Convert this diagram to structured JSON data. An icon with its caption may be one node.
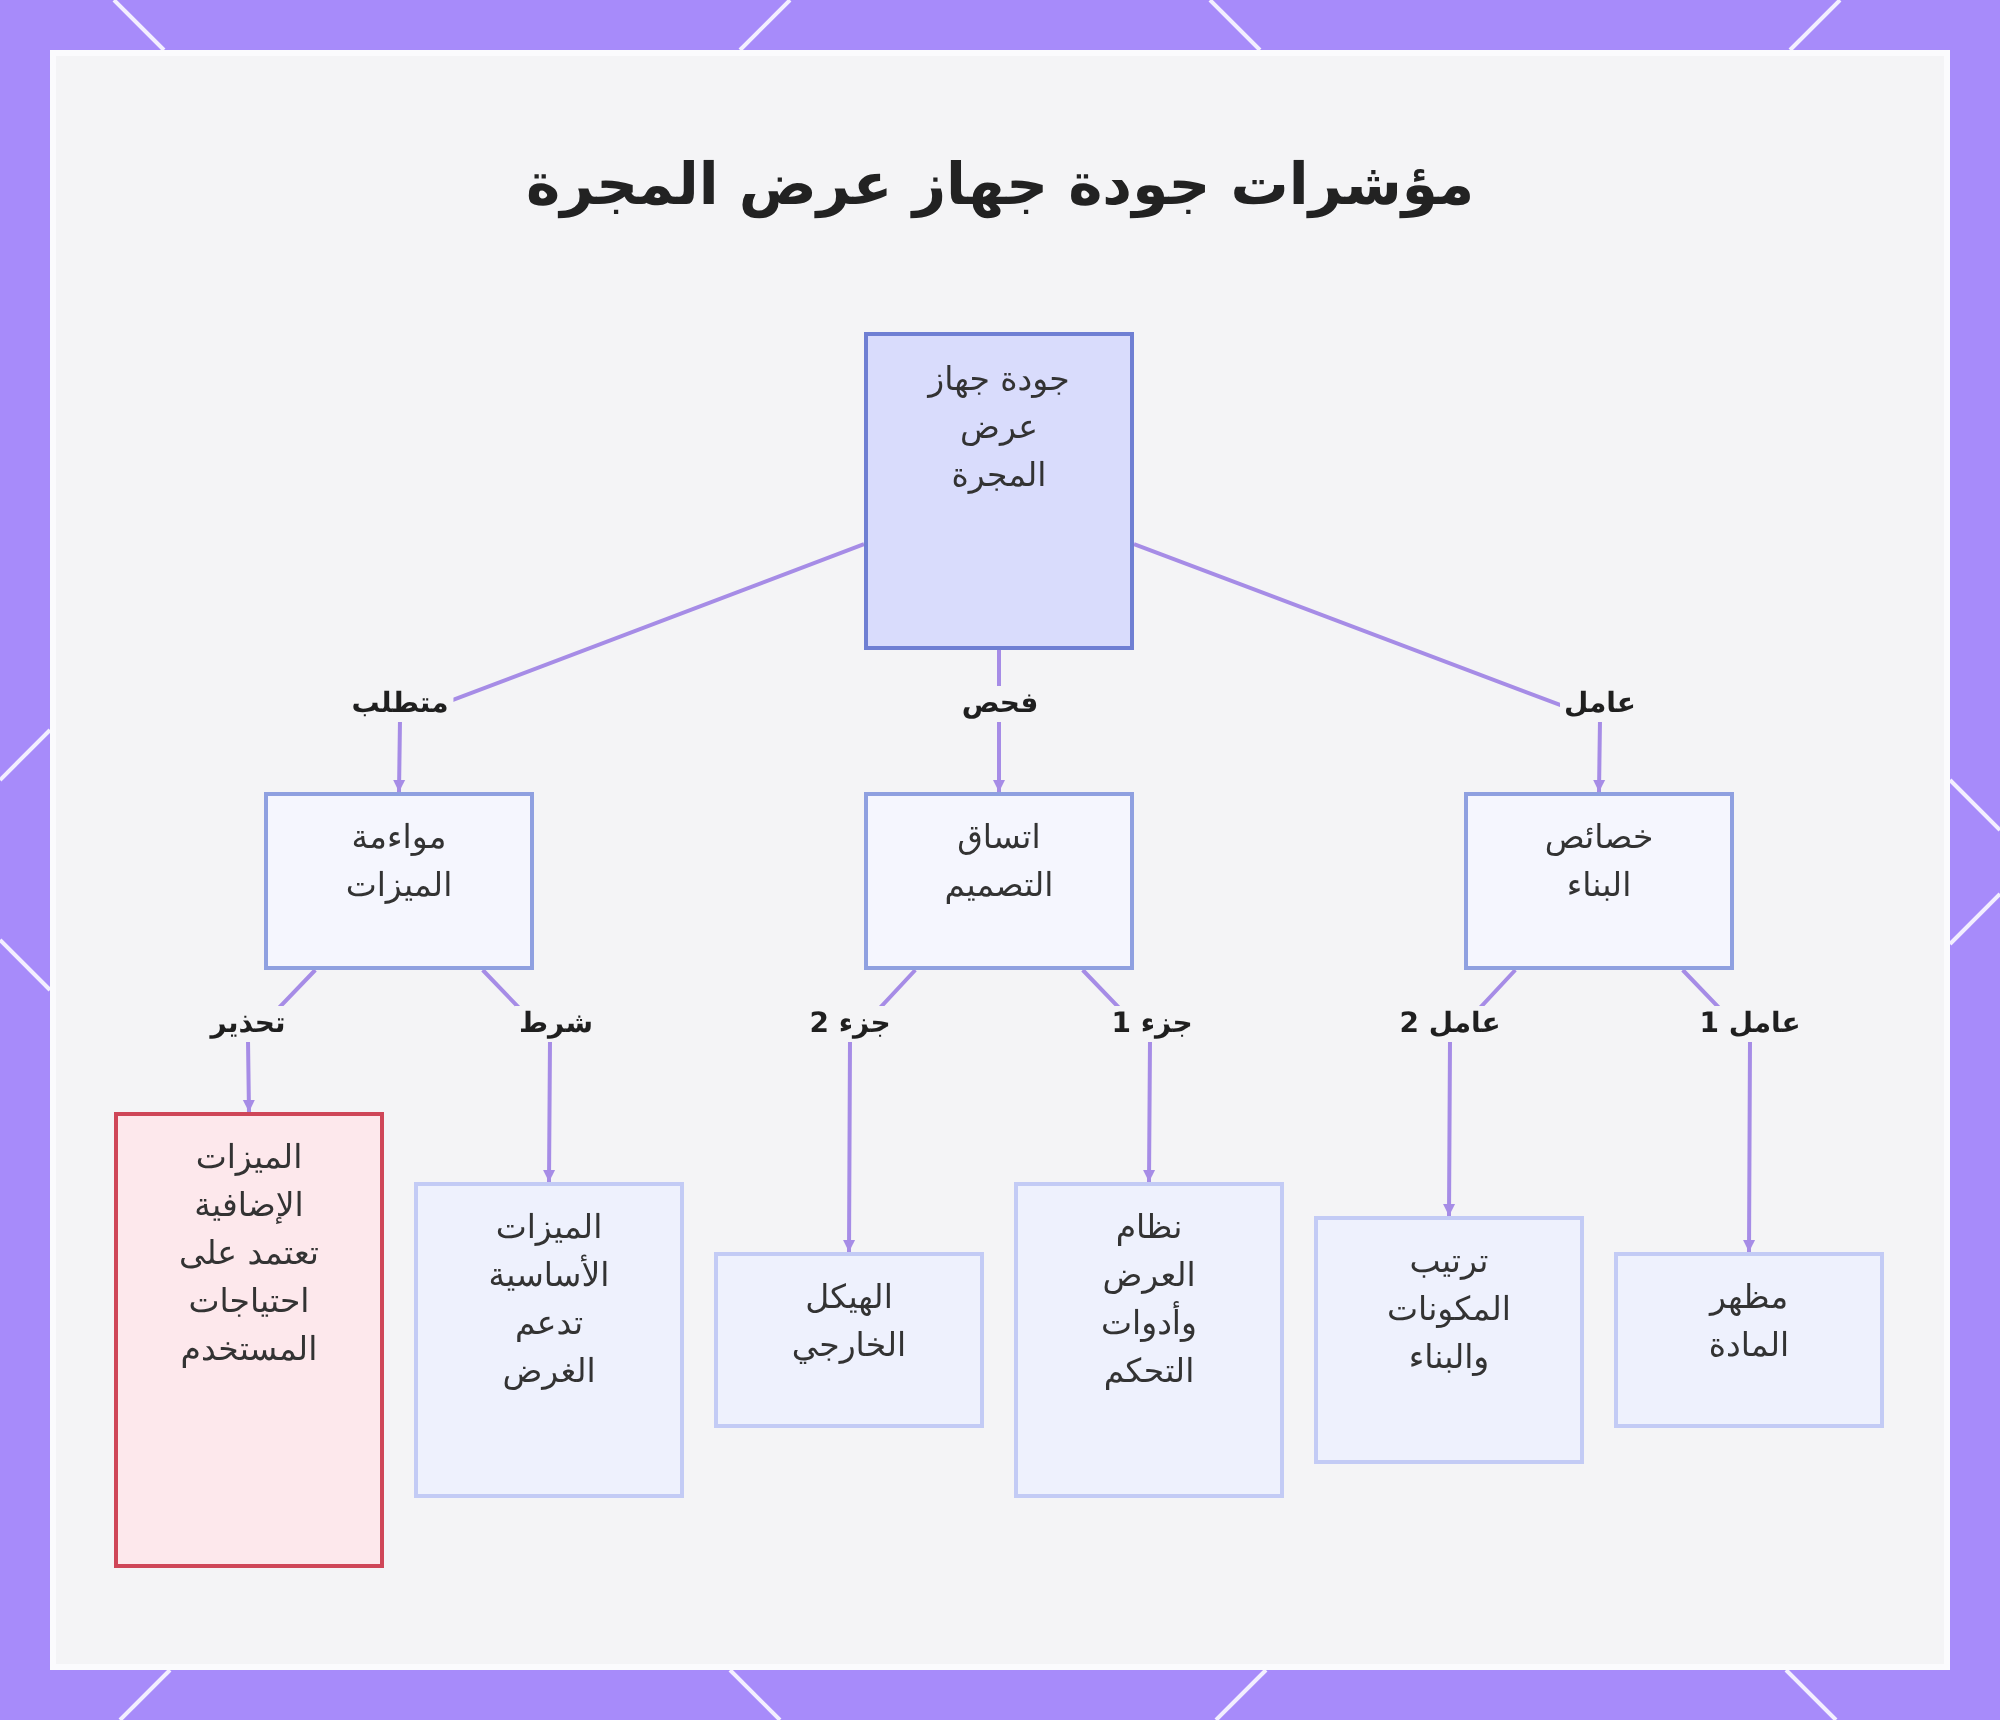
{
  "diagram": {
    "title": "مؤشرات جودة جهاز عرض المجرة",
    "nodes": [
      {
        "text": [
          "جودة جهاز عرض المجرة"
        ]
      },
      {
        "text": [
          "مواءمة الميزات"
        ]
      },
      {
        "text": [
          "اتساق التصميم"
        ]
      },
      {
        "text": [
          "خصائص البناء"
        ]
      },
      {
        "text": [
          "الميزات الإضافية تعتمد على احتياجات المستخدم"
        ]
      },
      {
        "text": [
          "الميزات الأساسية تدعم الغرض"
        ]
      },
      {
        "text": [
          "الهيكل الخارجي"
        ]
      },
      {
        "text": [
          "نظام العرض وأدوات التحكم"
        ]
      },
      {
        "text": [
          "ترتيب المكونات والبناء"
        ]
      },
      {
        "text": [
          "مظهر المادة"
        ]
      }
    ],
    "edges": [
      {
        "from": 0,
        "to": 1,
        "arrow": "to",
        "label": "متطلب"
      },
      {
        "from": 0,
        "to": 2,
        "arrow": "to",
        "label": "فحص"
      },
      {
        "from": 0,
        "to": 3,
        "arrow": "to",
        "label": "عامل"
      },
      {
        "from": 1,
        "to": 4,
        "arrow": "to",
        "label": "تحذير"
      },
      {
        "from": 1,
        "to": 5,
        "arrow": "to",
        "label": "شرط"
      },
      {
        "from": 2,
        "to": 6,
        "arrow": "to",
        "label": "جزء 2"
      },
      {
        "from": 2,
        "to": 7,
        "arrow": "to",
        "label": "جزء 1"
      },
      {
        "from": 3,
        "to": 8,
        "arrow": "to",
        "label": "عامل 2"
      },
      {
        "from": 3,
        "to": 9,
        "arrow": "to",
        "label": "عامل 1"
      }
    ]
  }
}
